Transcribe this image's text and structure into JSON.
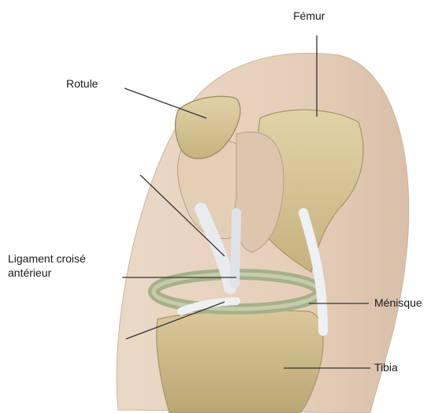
{
  "labels": {
    "femur": "Fémur",
    "rotule": "Rotule",
    "ligament_line1": "Ligament croisé",
    "ligament_line2": "antérieur",
    "menisque": "Ménisque",
    "tibia": "Tibia"
  },
  "colors": {
    "skin": "#e8d5c2",
    "bone": "#d8c89a",
    "bone_shadow": "#b9a777",
    "ligament": "#e9ecef",
    "meniscus": "#a7b089",
    "leader": "#333333"
  }
}
